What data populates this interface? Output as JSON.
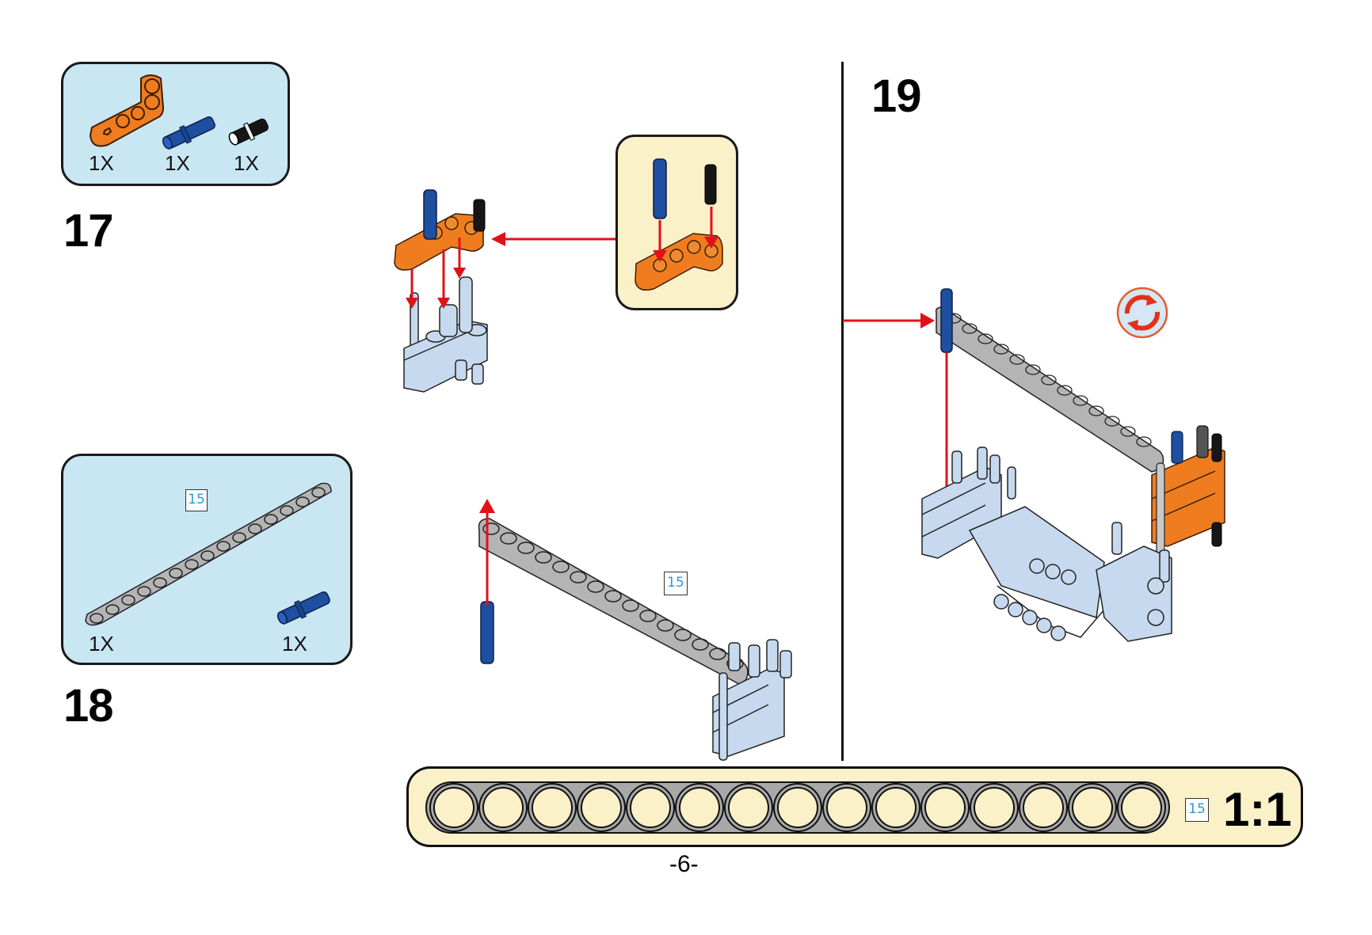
{
  "page": {
    "number_label": "-6-"
  },
  "steps": [
    {
      "number": "17",
      "parts": [
        {
          "name": "orange-l-beam",
          "qty": "1X"
        },
        {
          "name": "blue-long-pin",
          "qty": "1X"
        },
        {
          "name": "black-friction-pin",
          "qty": "1X"
        }
      ]
    },
    {
      "number": "18",
      "parts": [
        {
          "name": "gray-beam-15",
          "qty": "1X",
          "length_tag": "15"
        },
        {
          "name": "blue-long-pin",
          "qty": "1X"
        }
      ],
      "assembly_length_tag": "15"
    },
    {
      "number": "19",
      "icon": "rotate-icon"
    }
  ],
  "ruler": {
    "holes": 15,
    "length_tag": "15",
    "scale_label": "1:1"
  },
  "colors": {
    "parts_box_bg": "#c9e6f3",
    "callout_bg": "#fbf1c8",
    "arrow_red": "#e3101a",
    "orange_part": "#ef7d1f",
    "blue_pin": "#1e4fa0",
    "gray_beam": "#b4b4b4",
    "light_blue_part": "#c6d9ee",
    "length_tag_text": "#2a9ad8"
  }
}
